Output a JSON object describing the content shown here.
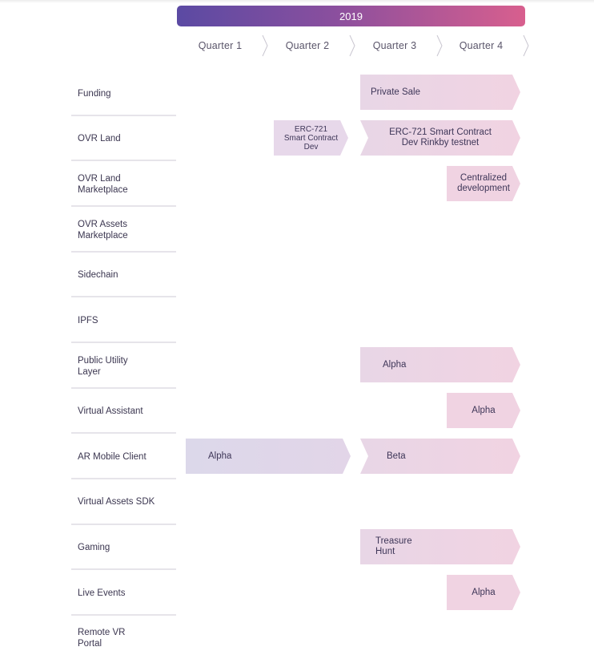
{
  "year": "2019",
  "quarters": [
    "Quarter 1",
    "Quarter 2",
    "Quarter 3",
    "Quarter 4"
  ],
  "rows": [
    {
      "label": "Funding",
      "bars": [
        {
          "text": "Private Sale"
        }
      ]
    },
    {
      "label": "OVR Land",
      "bars": [
        {
          "text": "ERC-721\nSmart Contract\nDev"
        },
        {
          "text": "ERC-721 Smart Contract\nDev Rinkby testnet"
        }
      ]
    },
    {
      "label": "OVR Land\nMarketplace",
      "bars": [
        {
          "text": "Centralized\ndevelopment"
        }
      ]
    },
    {
      "label": "OVR Assets\nMarketplace",
      "bars": []
    },
    {
      "label": "Sidechain",
      "bars": []
    },
    {
      "label": "IPFS",
      "bars": []
    },
    {
      "label": "Public Utility\nLayer",
      "bars": [
        {
          "text": "Alpha"
        }
      ]
    },
    {
      "label": "Virtual Assistant",
      "bars": [
        {
          "text": "Alpha"
        }
      ]
    },
    {
      "label": "AR Mobile Client",
      "bars": [
        {
          "text": "Alpha"
        },
        {
          "text": "Beta"
        }
      ]
    },
    {
      "label": "Virtual Assets SDK",
      "bars": []
    },
    {
      "label": "Gaming",
      "bars": [
        {
          "text": "Treasure\nHunt"
        }
      ]
    },
    {
      "label": "Live Events",
      "bars": [
        {
          "text": "Alpha"
        }
      ]
    },
    {
      "label": "Remote VR\nPortal",
      "bars": []
    }
  ],
  "colors": {
    "year_gradient_start": "#5b4aa3",
    "year_gradient_end": "#d85f8e",
    "bar_pink": "#f0d3e2",
    "bar_lavender": "#dcd8ea"
  }
}
